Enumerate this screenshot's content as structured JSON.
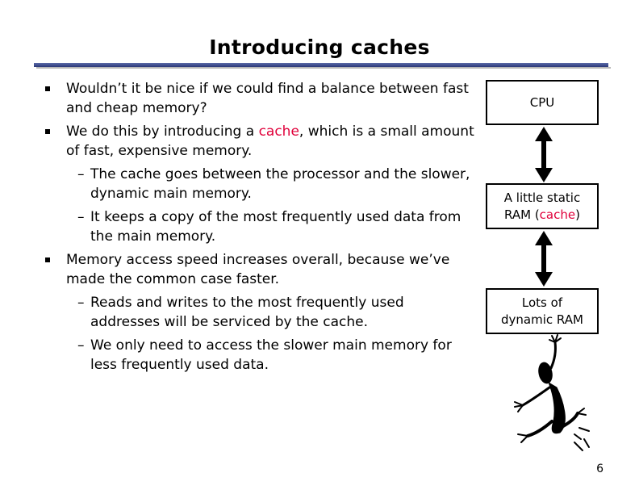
{
  "slide": {
    "title": "Introducing caches",
    "page_number": "6"
  },
  "bullets": [
    {
      "level": 1,
      "text": "Wouldn’t it be nice if we could find a balance between fast and cheap memory?"
    },
    {
      "level": 1,
      "pre": "We do this by introducing a ",
      "highlight": "cache",
      "post": ", which is a small amount of fast, expensive memory."
    },
    {
      "level": 2,
      "text": "The cache goes between the processor and the slower, dynamic main memory."
    },
    {
      "level": 2,
      "text": "It keeps a copy of the most frequently used data from the main memory."
    },
    {
      "level": 1,
      "text": "Memory access speed increases overall, because we’ve made the common case faster."
    },
    {
      "level": 2,
      "text": "Reads and writes to the most frequently used addresses will be serviced by the cache."
    },
    {
      "level": 2,
      "text": "We only need to access the slower main memory for less frequently used data."
    }
  ],
  "bullet_markers": {
    "level1": "square",
    "level2": "–"
  },
  "diagram": {
    "cpu": "CPU",
    "sram_line1": "A little static",
    "sram_pre": "RAM (",
    "sram_highlight": "cache",
    "sram_post": ")",
    "dram_line1": "Lots of",
    "dram_line2": "dynamic RAM"
  },
  "colors": {
    "highlight": "#e0003a",
    "title_rule": "#3a4a8c"
  },
  "icons": [
    "double-arrow-icon",
    "dancing-figure-icon"
  ]
}
